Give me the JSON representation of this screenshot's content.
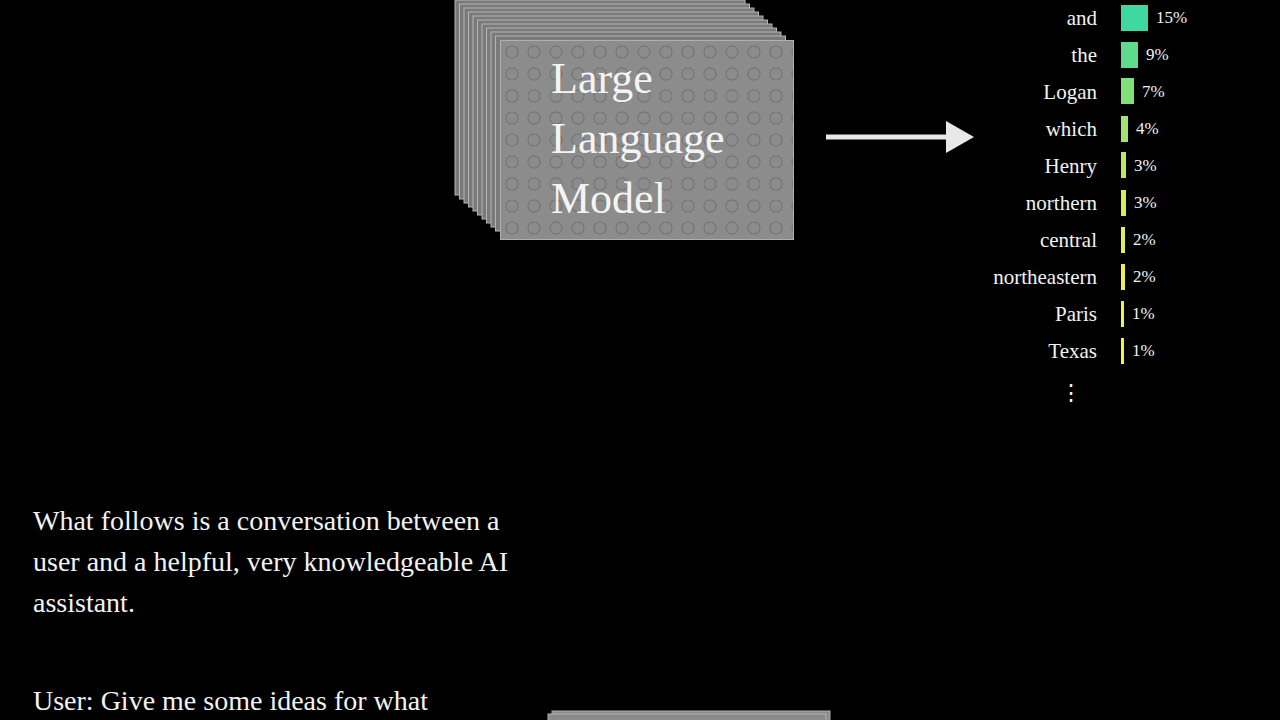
{
  "diagram": {
    "nodes": [
      {
        "text": [
          "Large Language Model"
        ]
      }
    ],
    "labels": [
      "and",
      "15%",
      "the",
      "9%",
      "Logan",
      "7%",
      "which",
      "4%",
      "Henry",
      "3%",
      "northern",
      "3%",
      "central",
      "2%",
      "northeastern",
      "2%",
      "Paris",
      "1%",
      "Texas",
      "1%",
      "⋮",
      "What follows is a conversation between a user and a helpful, very knowledgeable AI assistant.",
      "User: Give me some ideas for what"
    ]
  }
}
